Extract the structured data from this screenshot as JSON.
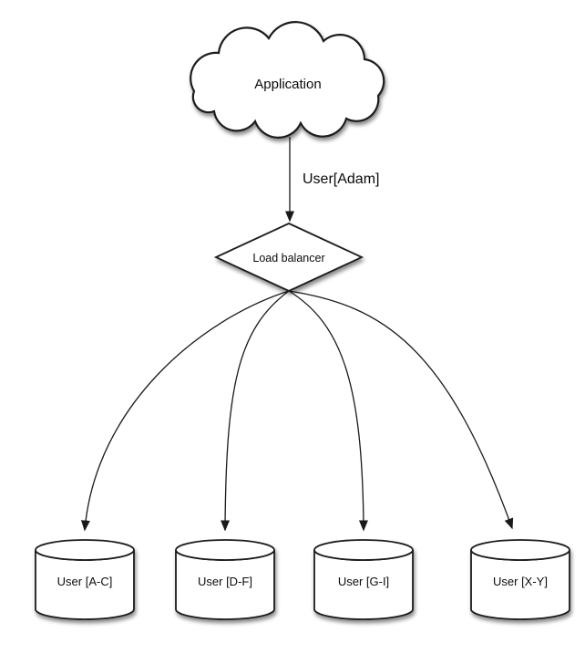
{
  "colors": {
    "ink": "#1a1a1a",
    "paper": "#ffffff"
  },
  "diagram": {
    "nodes": {
      "application": {
        "label": "Application",
        "shape": "cloud"
      },
      "load_balancer": {
        "label": "Load balancer",
        "shape": "diamond"
      },
      "shard_ac": {
        "label": "User [A-C]",
        "shape": "cylinder"
      },
      "shard_df": {
        "label": "User [D-F]",
        "shape": "cylinder"
      },
      "shard_gi": {
        "label": "User [G-I]",
        "shape": "cylinder"
      },
      "shard_xy": {
        "label": "User [X-Y]",
        "shape": "cylinder"
      }
    },
    "edges": [
      {
        "from": "application",
        "to": "load_balancer",
        "label": "User[Adam]"
      },
      {
        "from": "load_balancer",
        "to": "shard_ac"
      },
      {
        "from": "load_balancer",
        "to": "shard_df"
      },
      {
        "from": "load_balancer",
        "to": "shard_gi"
      },
      {
        "from": "load_balancer",
        "to": "shard_xy"
      }
    ]
  }
}
